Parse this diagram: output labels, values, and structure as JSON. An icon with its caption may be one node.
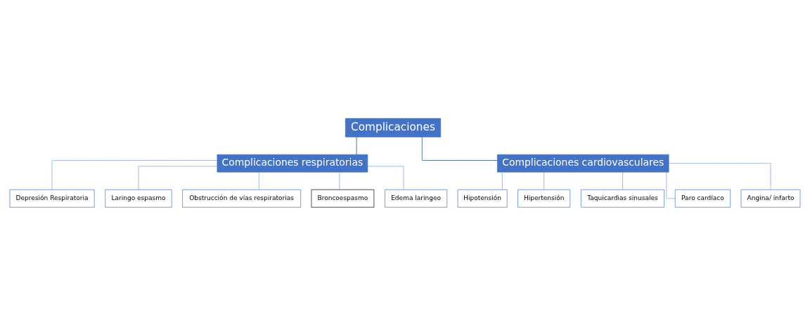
{
  "diagram": {
    "nodes": [
      {
        "text": [
          "Complicaciones"
        ]
      },
      {
        "text": [
          "Complicaciones respiratorias"
        ]
      },
      {
        "text": [
          "Complicaciones cardiovasculares"
        ]
      },
      {
        "text": [
          "Depresión Respiratoria"
        ]
      },
      {
        "text": [
          "Laringo espasmo"
        ]
      },
      {
        "text": [
          "Obstrucción de vías respiratorias"
        ]
      },
      {
        "text": [
          "Broncoespasmo"
        ]
      },
      {
        "text": [
          "Edema laringeo"
        ]
      },
      {
        "text": [
          "Hipotensión"
        ]
      },
      {
        "text": [
          "Hipertensión"
        ]
      },
      {
        "text": [
          "Taquicardias sinusales"
        ]
      },
      {
        "text": [
          "Paro cardíaco"
        ]
      },
      {
        "text": [
          "Angina/ infarto"
        ]
      }
    ],
    "edges": [
      {
        "from": 0,
        "to": 1,
        "arrow": "none",
        "color": "#2f5597"
      },
      {
        "from": 0,
        "to": 2,
        "arrow": "none",
        "color": "#2f5597"
      },
      {
        "from": 1,
        "to": 3,
        "arrow": "none"
      },
      {
        "from": 1,
        "to": 4,
        "arrow": "none"
      },
      {
        "from": 1,
        "to": 5,
        "arrow": "none"
      },
      {
        "from": 1,
        "to": 6,
        "arrow": "none"
      },
      {
        "from": 1,
        "to": 7,
        "arrow": "none"
      },
      {
        "from": 2,
        "to": 8,
        "arrow": "none"
      },
      {
        "from": 2,
        "to": 9,
        "arrow": "none"
      },
      {
        "from": 2,
        "to": 10,
        "arrow": "none"
      },
      {
        "from": 2,
        "to": 11,
        "arrow": "none"
      },
      {
        "from": 2,
        "to": 12,
        "arrow": "none"
      }
    ]
  }
}
